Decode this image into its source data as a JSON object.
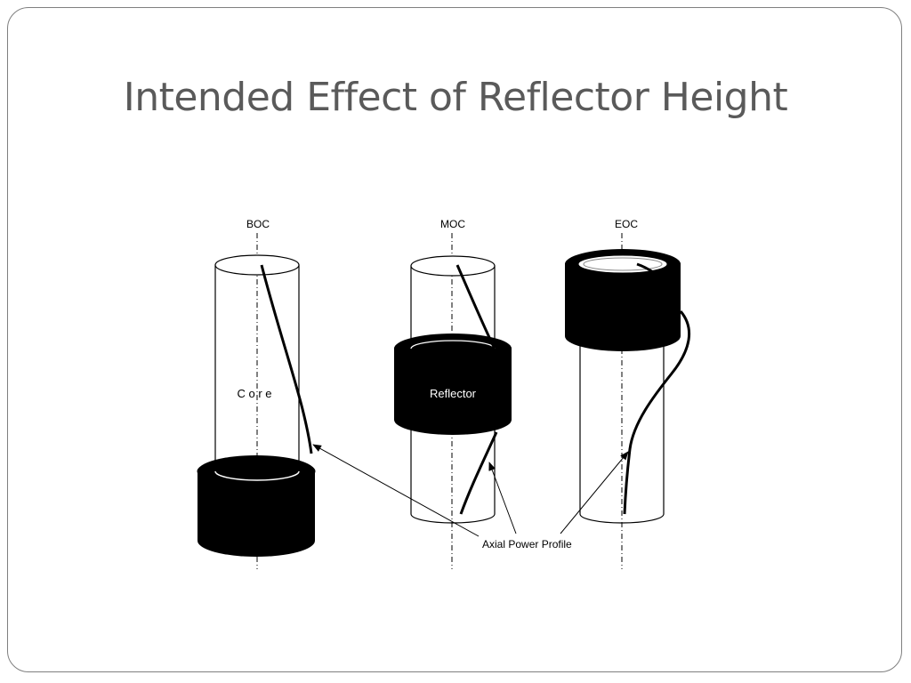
{
  "slide": {
    "title": "Intended Effect of Reflector Height"
  },
  "diagram": {
    "columns": [
      {
        "label": "BOC",
        "reflector_position": "bottom",
        "inner_label": "C o r e"
      },
      {
        "label": "MOC",
        "reflector_position": "middle",
        "inner_label": "Reflector"
      },
      {
        "label": "EOC",
        "reflector_position": "top",
        "inner_label": ""
      }
    ],
    "annotation": "Axial Power Profile",
    "colors": {
      "reflector": "#000000",
      "outline": "#000000",
      "title": "#5a5a5a"
    }
  }
}
